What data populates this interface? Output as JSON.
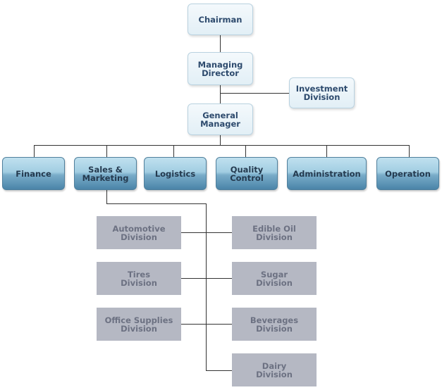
{
  "diagram": {
    "type": "org-chart",
    "executives": {
      "chairman": "Chairman",
      "managing_director": "Managing Director",
      "investment_division": "Investment Division",
      "general_manager": "General Manager"
    },
    "departments": [
      {
        "label": "Finance"
      },
      {
        "label": "Sales & Marketing"
      },
      {
        "label": "Logistics"
      },
      {
        "label": "Quality Control"
      },
      {
        "label": "Administration"
      },
      {
        "label": "Operation"
      }
    ],
    "divisions_left": [
      {
        "label": "Automotive Division"
      },
      {
        "label": "Tires Division"
      },
      {
        "label": "Office Supplies Division"
      }
    ],
    "divisions_right": [
      {
        "label": "Edible Oil Division"
      },
      {
        "label": "Sugar Division"
      },
      {
        "label": "Beverages Division"
      },
      {
        "label": "Dairy Division"
      }
    ],
    "colors": {
      "exec_text": "#2d4a6d",
      "dept_fill": "#79acc9",
      "division_fill": "#b5b8c3",
      "division_text": "#6c7182",
      "connector": "#333333"
    }
  }
}
